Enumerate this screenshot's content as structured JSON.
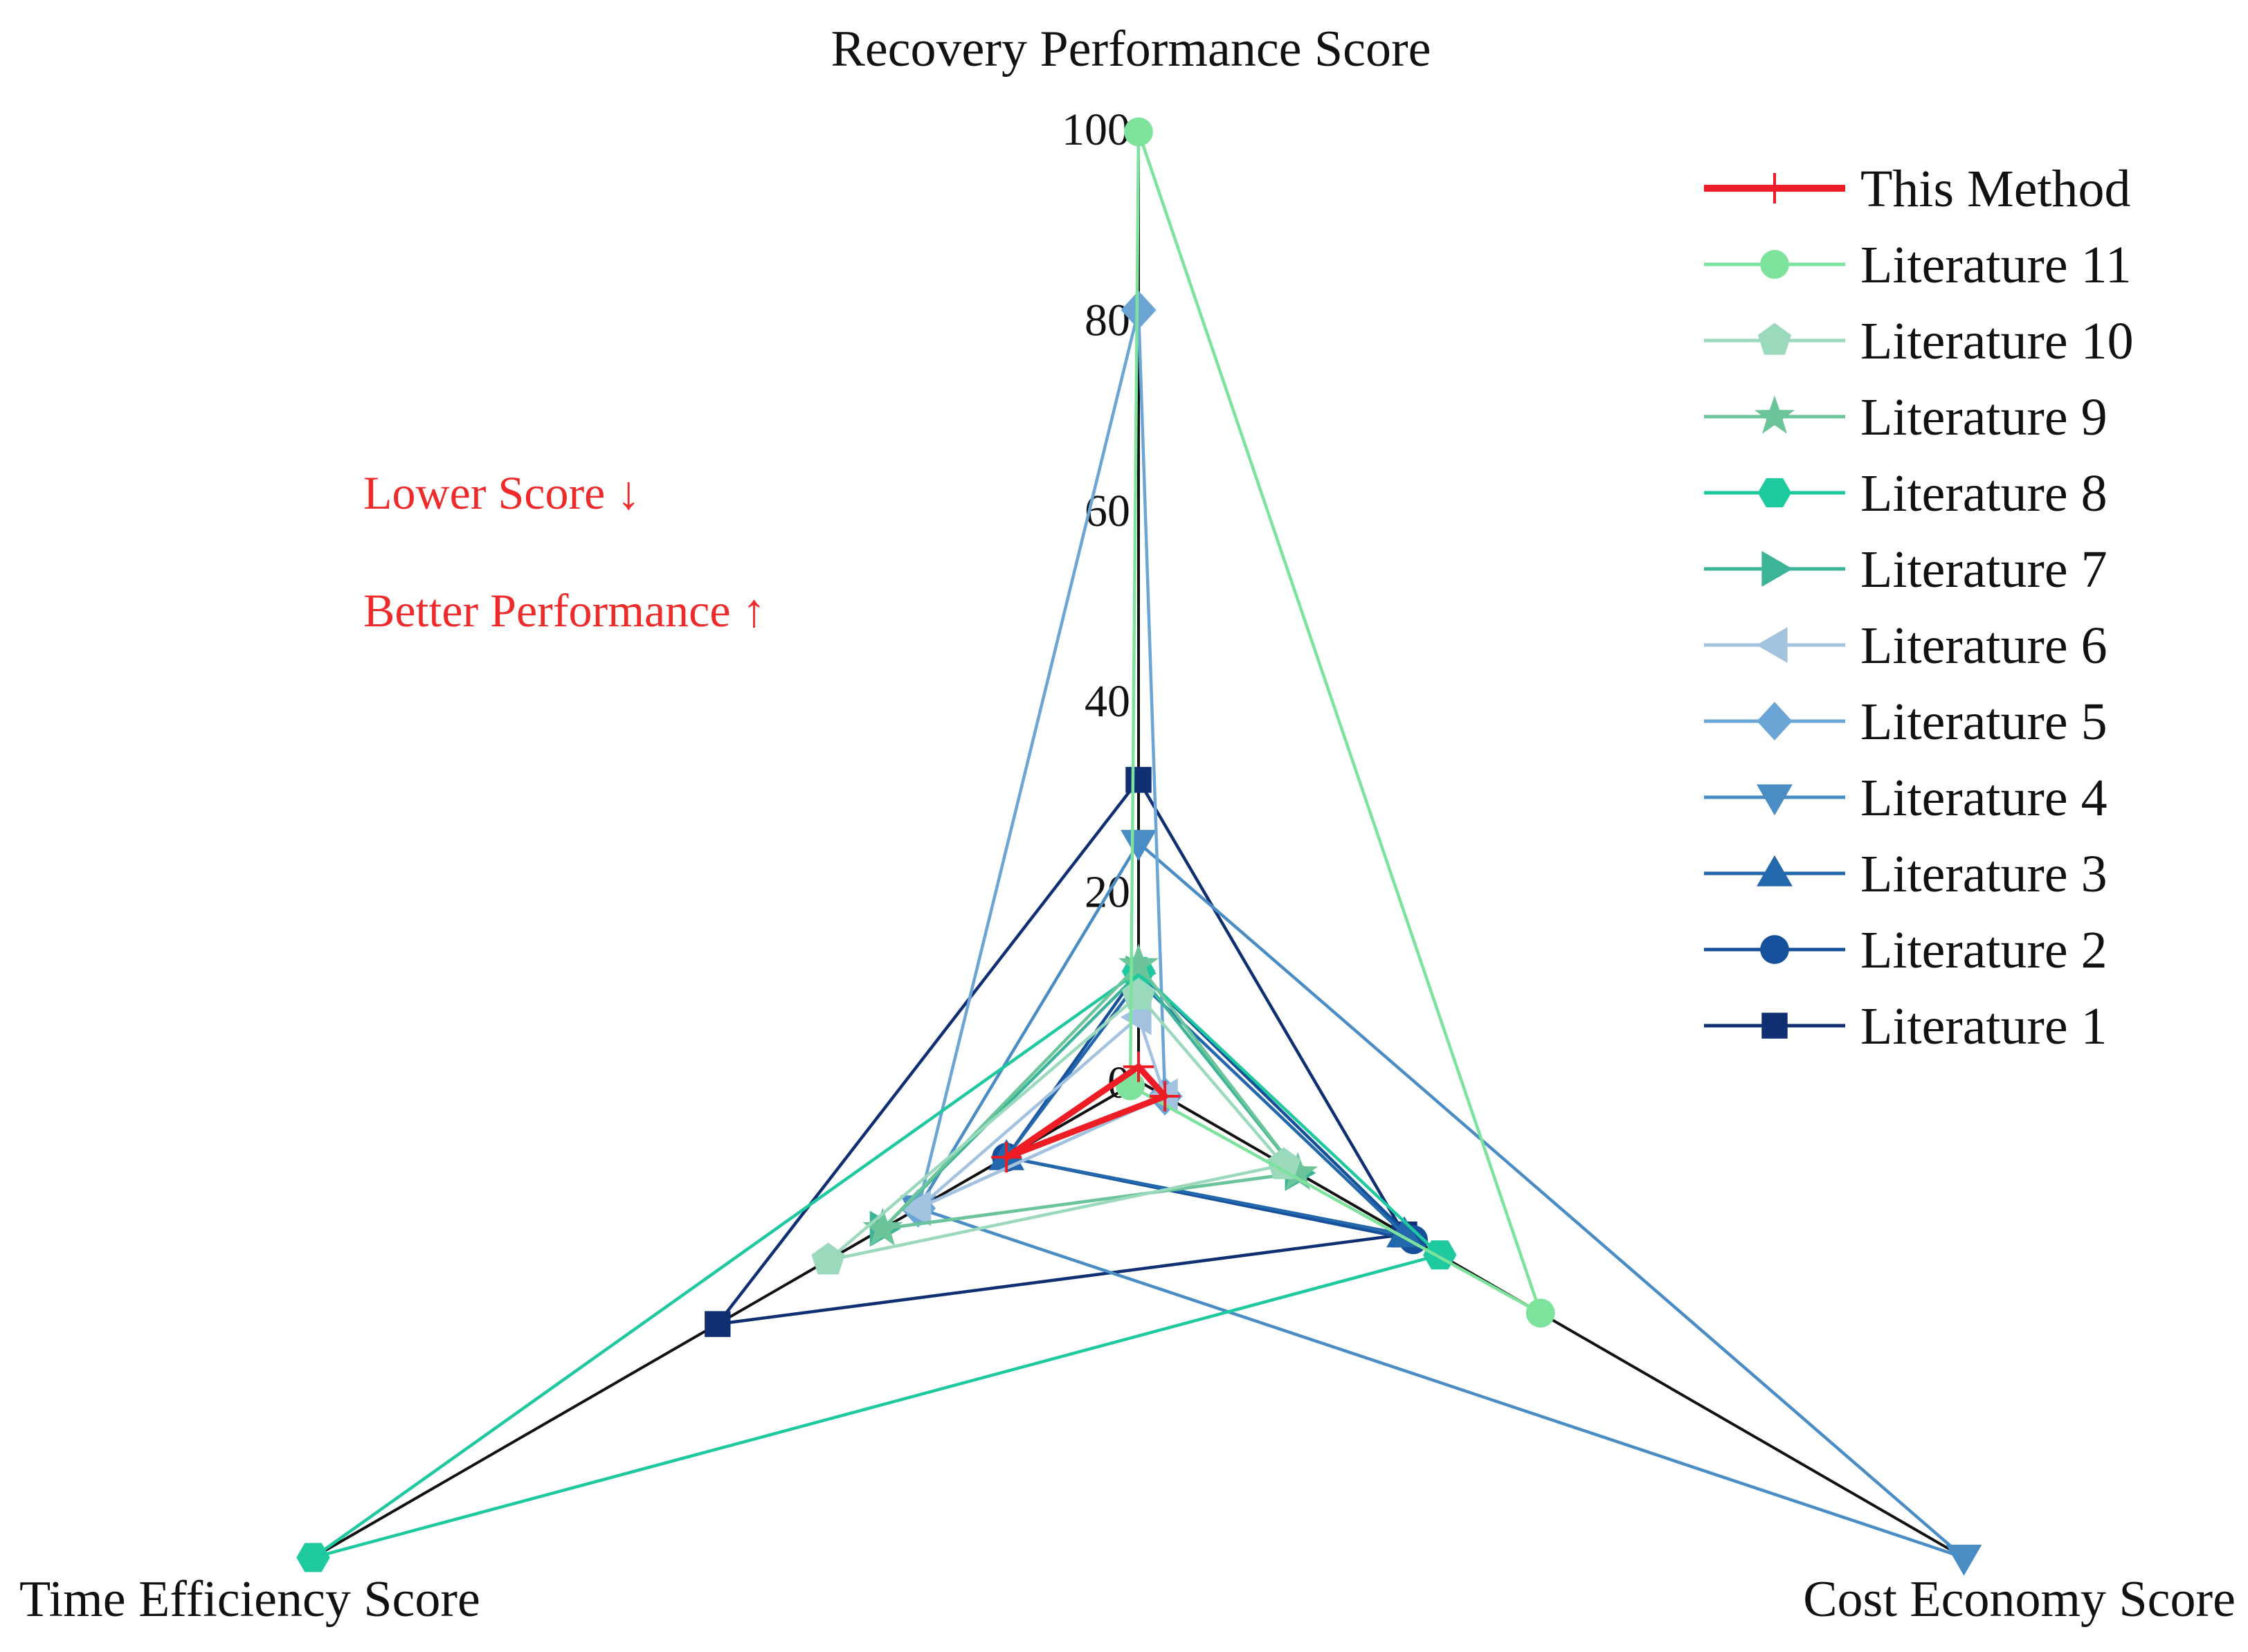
{
  "chart_data": {
    "type": "radar",
    "axes": [
      {
        "name": "Recovery Performance Score"
      },
      {
        "name": "Cost Economy Score"
      },
      {
        "name": "Time Efficiency Score"
      }
    ],
    "range": [
      0,
      100
    ],
    "tick_labels": [
      "0",
      "20",
      "40",
      "60",
      "80",
      "100"
    ],
    "tick_values": [
      0,
      20,
      40,
      60,
      80,
      100
    ],
    "legend_position": "top-right",
    "annotations": [
      "Lower Score ↓",
      "Better Performance ↑"
    ],
    "annotation_color": "#ee2a2a",
    "series": [
      {
        "name": "This Method",
        "marker": "plus",
        "color": "#ee1c25",
        "values": [
          1.5,
          3.2,
          16
        ]
      },
      {
        "name": "Literature 11",
        "marker": "circle",
        "color": "#7de39c",
        "values": [
          99.6,
          48.7,
          1
        ]
      },
      {
        "name": "Literature 10",
        "marker": "pentagon",
        "color": "#9ad9bc",
        "values": [
          9,
          17.6,
          37.6
        ]
      },
      {
        "name": "Literature 9",
        "marker": "star",
        "color": "#6cc49a",
        "values": [
          12.2,
          19.3,
          31
        ]
      },
      {
        "name": "Literature 8",
        "marker": "hexagon",
        "color": "#1fc9a0",
        "values": [
          11.5,
          36.5,
          100
        ]
      },
      {
        "name": "Literature 7",
        "marker": "triangle-right",
        "color": "#3bb497",
        "values": [
          11.3,
          19.3,
          31
        ]
      },
      {
        "name": "Literature 6",
        "marker": "triangle-left",
        "color": "#a2c2e0",
        "values": [
          6.7,
          3.2,
          26.7
        ]
      },
      {
        "name": "Literature 5",
        "marker": "diamond",
        "color": "#6aa5d6",
        "values": [
          80.9,
          3.2,
          26.7
        ]
      },
      {
        "name": "Literature 4",
        "marker": "triangle-down",
        "color": "#4a8cc4",
        "values": [
          25,
          100,
          26.7
        ]
      },
      {
        "name": "Literature 3",
        "marker": "triangle-up",
        "color": "#2368ad",
        "values": [
          10.5,
          32.2,
          16
        ]
      },
      {
        "name": "Literature 2",
        "marker": "circle",
        "color": "#17509a",
        "values": [
          11.5,
          33.3,
          16
        ]
      },
      {
        "name": "Literature 1",
        "marker": "square",
        "color": "#0f2f72",
        "values": [
          31.6,
          32.2,
          51
        ]
      }
    ]
  }
}
